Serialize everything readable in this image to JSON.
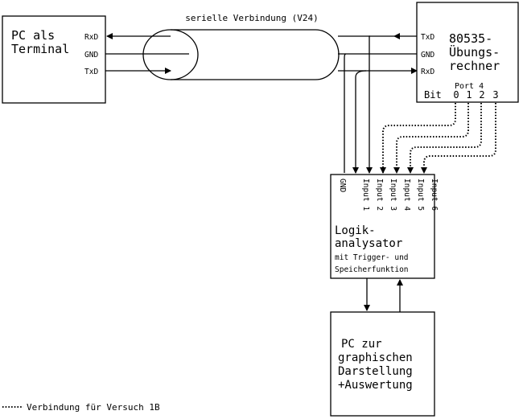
{
  "title": "serielle Verbindung (V24)",
  "pc_terminal": {
    "line1": "PC als",
    "line2": "Terminal",
    "rxd": "RxD",
    "gnd": "GND",
    "txd": "TxD"
  },
  "board": {
    "line1": "80535-",
    "line2": "Übungs-",
    "line3": "rechner",
    "txd": "TxD",
    "gnd": "GND",
    "rxd": "RxD",
    "port": "Port 4",
    "bit_label": "Bit",
    "bits": [
      "0",
      "1",
      "2",
      "3"
    ]
  },
  "analyzer": {
    "inputs": [
      "GND",
      "Input 1",
      "Input 2",
      "Input 3",
      "Input 4",
      "Input 5",
      "Input 6"
    ],
    "line1": "Logik-",
    "line2": "analysator",
    "line3": "mit Trigger- und",
    "line4": "Speicherfunktion"
  },
  "pc_graph": {
    "line1": "PC zur",
    "line2": "graphischen",
    "line3": "Darstellung",
    "line4": "+Auswertung"
  },
  "legend": "Verbindung für Versuch 1B"
}
